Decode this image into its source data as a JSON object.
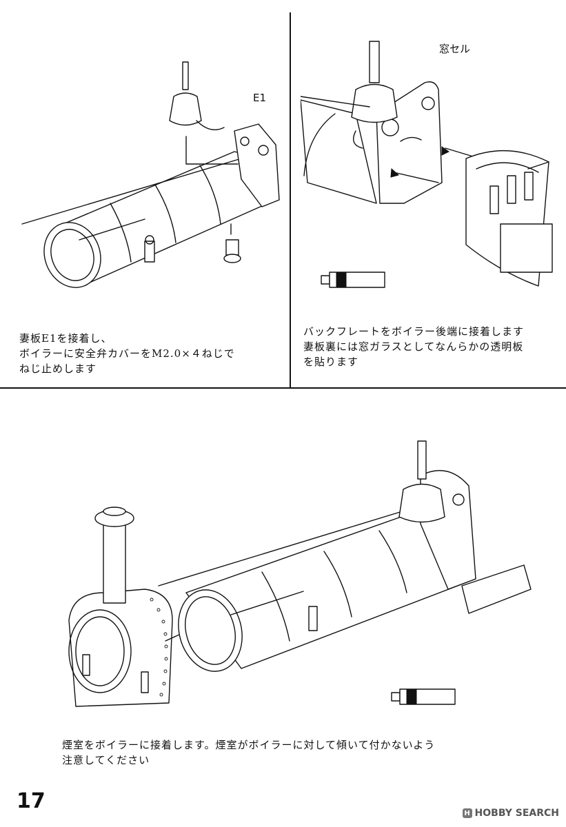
{
  "steps": [
    {
      "part_label": "E1",
      "caption": "妻板E1を接着し、\nボイラーに安全弁カバーをM2.0×４ねじで\nねじ止めします"
    },
    {
      "part_label": "窓セル",
      "caption": "バックフレートをボイラー後端に接着します\n妻板裏には窓ガラスとしてなんらかの透明板\nを貼ります"
    },
    {
      "caption": "煙室をボイラーに接着します。煙室がボイラーに対して傾いて付かないよう\n注意してください"
    }
  ],
  "page_number": "17",
  "watermark": {
    "logo": "H",
    "text": "HOBBY SEARCH"
  },
  "icons": [
    "glue-tube-icon",
    "bolt-icon",
    "arrow-icon"
  ]
}
